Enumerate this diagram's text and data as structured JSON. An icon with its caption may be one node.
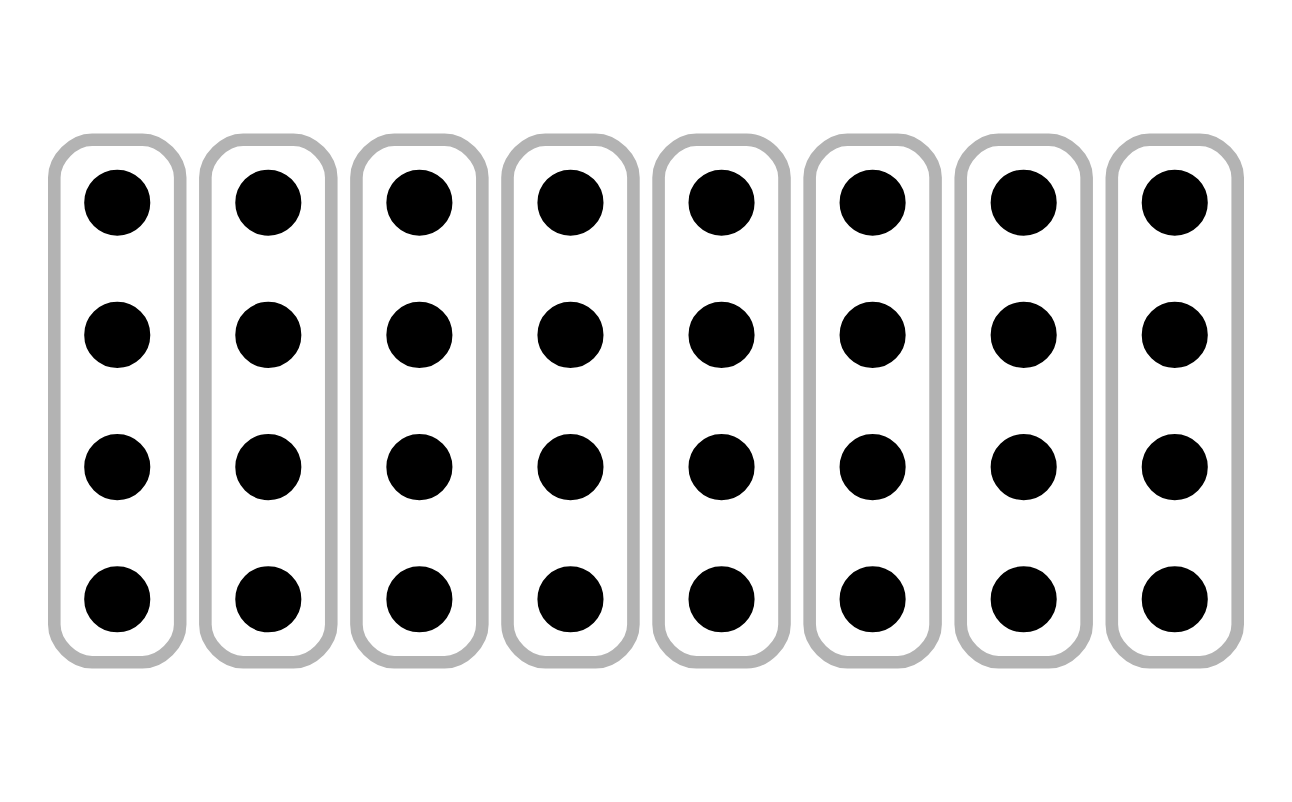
{
  "diagram": {
    "nodes": [
      {
        "text": [],
        "shape": "box"
      },
      {
        "text": [],
        "shape": "circle",
        "in": 0
      },
      {
        "text": [],
        "shape": "circle",
        "in": 0
      },
      {
        "text": [],
        "shape": "circle",
        "in": 0
      },
      {
        "text": [],
        "shape": "circle",
        "in": 0
      },
      {
        "text": [],
        "shape": "box"
      },
      {
        "text": [],
        "shape": "circle",
        "in": 5
      },
      {
        "text": [],
        "shape": "circle",
        "in": 5
      },
      {
        "text": [],
        "shape": "circle",
        "in": 5
      },
      {
        "text": [],
        "shape": "circle",
        "in": 5
      },
      {
        "text": [],
        "shape": "box"
      },
      {
        "text": [],
        "shape": "circle",
        "in": 10
      },
      {
        "text": [],
        "shape": "circle",
        "in": 10
      },
      {
        "text": [],
        "shape": "circle",
        "in": 10
      },
      {
        "text": [],
        "shape": "circle",
        "in": 10
      },
      {
        "text": [],
        "shape": "box"
      },
      {
        "text": [],
        "shape": "circle",
        "in": 15
      },
      {
        "text": [],
        "shape": "circle",
        "in": 15
      },
      {
        "text": [],
        "shape": "circle",
        "in": 15
      },
      {
        "text": [],
        "shape": "circle",
        "in": 15
      },
      {
        "text": [],
        "shape": "box"
      },
      {
        "text": [],
        "shape": "circle",
        "in": 20
      },
      {
        "text": [],
        "shape": "circle",
        "in": 20
      },
      {
        "text": [],
        "shape": "circle",
        "in": 20
      },
      {
        "text": [],
        "shape": "circle",
        "in": 20
      },
      {
        "text": [],
        "shape": "box"
      },
      {
        "text": [],
        "shape": "circle",
        "in": 25
      },
      {
        "text": [],
        "shape": "circle",
        "in": 25
      },
      {
        "text": [],
        "shape": "circle",
        "in": 25
      },
      {
        "text": [],
        "shape": "circle",
        "in": 25
      },
      {
        "text": [],
        "shape": "box"
      },
      {
        "text": [],
        "shape": "circle",
        "in": 30
      },
      {
        "text": [],
        "shape": "circle",
        "in": 30
      },
      {
        "text": [],
        "shape": "circle",
        "in": 30
      },
      {
        "text": [],
        "shape": "circle",
        "in": 30
      },
      {
        "text": [],
        "shape": "box"
      },
      {
        "text": [],
        "shape": "circle",
        "in": 35
      },
      {
        "text": [],
        "shape": "circle",
        "in": 35
      },
      {
        "text": [],
        "shape": "circle",
        "in": 35
      },
      {
        "text": [],
        "shape": "circle",
        "in": 35
      }
    ],
    "edges": []
  }
}
